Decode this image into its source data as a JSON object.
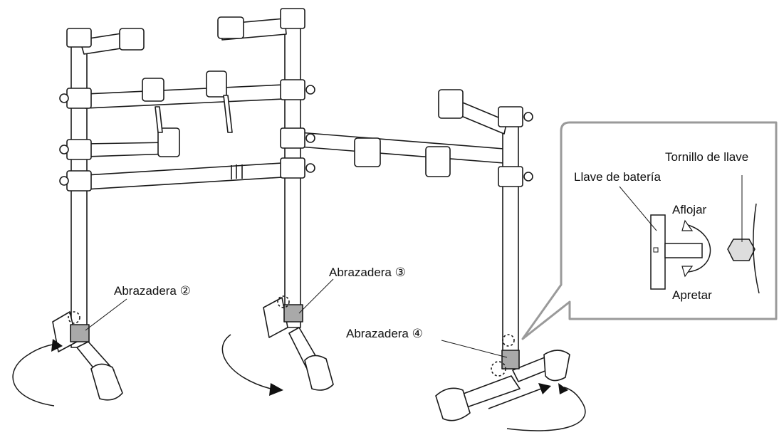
{
  "labels": {
    "clamp2": "Abrazadera ②",
    "clamp3": "Abrazadera ③",
    "clamp4": "Abrazadera ④"
  },
  "inset": {
    "drum_key": "Llave de batería",
    "key_bolt": "Tornillo de llave",
    "loosen": "Aflojar",
    "tighten": "Apretar"
  },
  "colors": {
    "line": "#1a1a1a",
    "clamp_highlight": "#a9a9a9",
    "callout_border": "#9a9a9a",
    "pipe_fill": "#ffffff"
  }
}
